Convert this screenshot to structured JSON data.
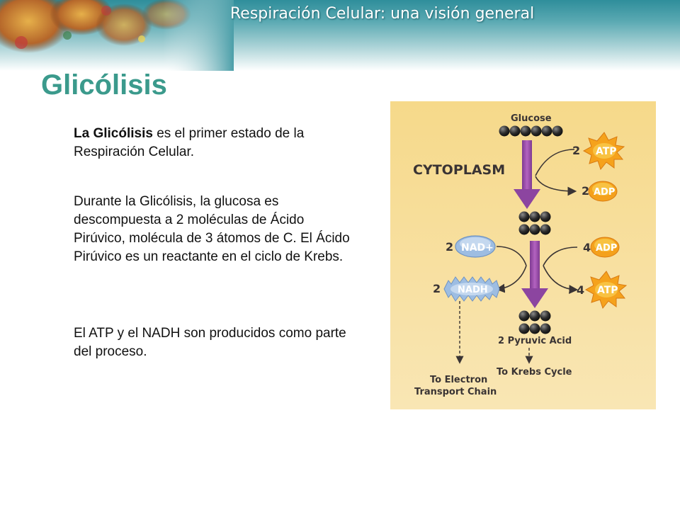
{
  "header": {
    "title": "Respiración Celular: una visión general"
  },
  "slide": {
    "title": "Glicólisis"
  },
  "content": {
    "p1_bold": "La Glicólisis",
    "p1_rest": " es el primer estado de la Respiración Celular.",
    "p2": "Durante la Glicólisis, la glucosa es descompuesta a 2 moléculas de Ácido Pirúvico, molécula de 3 átomos de C. El Ácido Pirúvico es un reactante en el ciclo de Krebs.",
    "p3": "El ATP y el NADH son producidos como parte del proceso."
  },
  "diagram": {
    "glucose": "Glucose",
    "cytoplasm": "CYTOPLASM",
    "atp_in_count": "2",
    "atp_in": "ATP",
    "adp_out_count": "2",
    "adp_out": "ADP",
    "nad_count": "2",
    "nad": "NAD+",
    "nadh_count": "2",
    "nadh": "NADH",
    "adp_in_count": "4",
    "adp_in": "ADP",
    "atp_out_count": "4",
    "atp_out": "ATP",
    "pyruvic": "2 Pyruvic Acid",
    "electron_line1": "To Electron",
    "electron_line2": "Transport Chain",
    "krebs": "To Krebs Cycle",
    "colors": {
      "background": "#f7dc8f",
      "arrow": "#9b49a8",
      "atp": "#f4a11c",
      "nad": "#a9c5e6"
    }
  }
}
